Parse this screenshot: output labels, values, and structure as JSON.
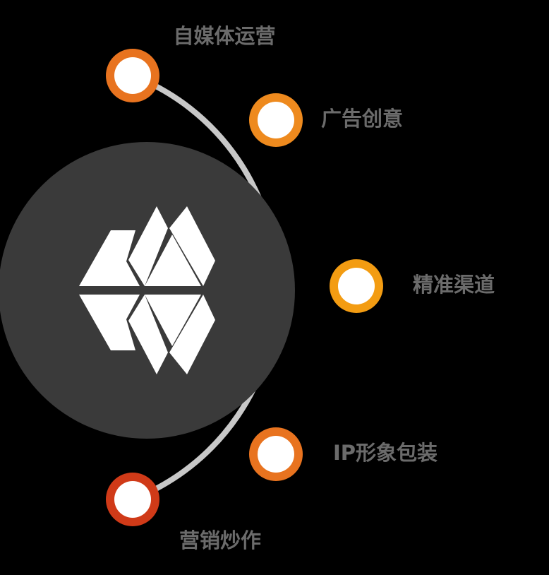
{
  "colors": {
    "background": "#000000",
    "hub_fill": "#3a3a3a",
    "logo_fill": "#ffffff",
    "arc_stroke": "#c8c8c8",
    "label_color": "#6b6b6b",
    "node_inner": "#ffffff"
  },
  "hub": {
    "logo_icon": "faceted-hexagon-logo-icon"
  },
  "nodes": [
    {
      "id": "self-media",
      "label": "自媒体运营",
      "ring_color": "#e8731f"
    },
    {
      "id": "ad-creative",
      "label": "广告创意",
      "ring_color": "#ee8a1e"
    },
    {
      "id": "precise-channels",
      "label": "精准渠道",
      "ring_color": "#f39c12"
    },
    {
      "id": "ip-image",
      "label": "IP形象包装",
      "ring_color": "#e8731f"
    },
    {
      "id": "marketing-hype",
      "label": "营销炒作",
      "ring_color": "#d03a18"
    }
  ]
}
